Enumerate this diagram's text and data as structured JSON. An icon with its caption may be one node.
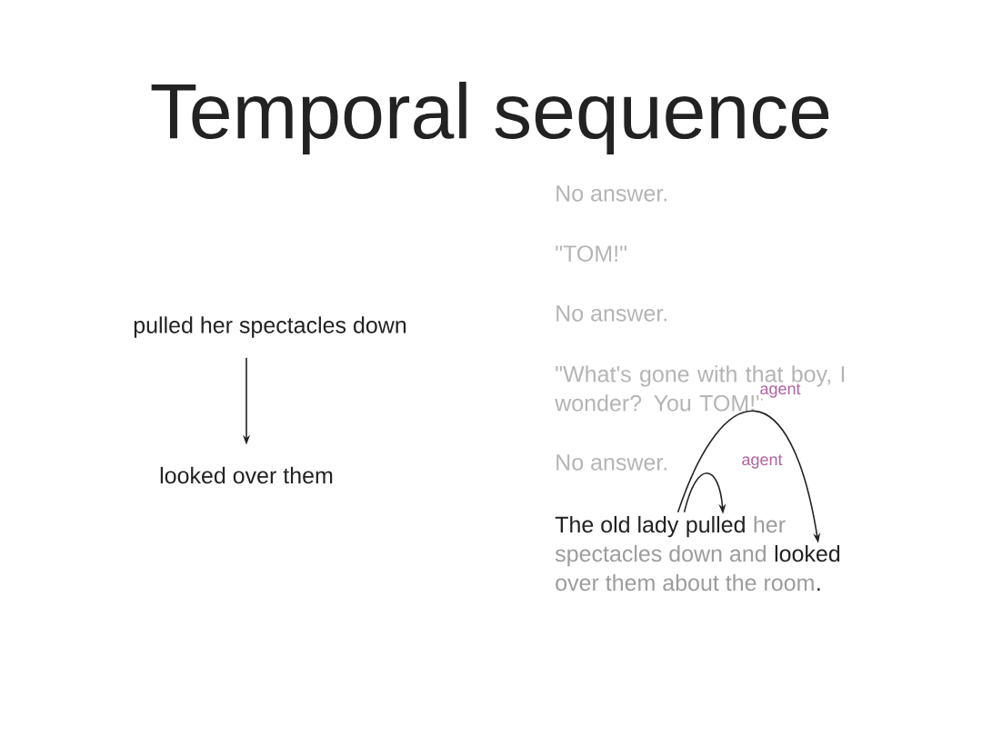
{
  "diagram": {
    "title": "Temporal sequence",
    "nodes": [
      {
        "text": [
          "pulled her spectacles down"
        ]
      },
      {
        "text": [
          "looked over them"
        ]
      },
      {
        "text": [
          "The old lady"
        ]
      },
      {
        "text": [
          "pulled"
        ]
      },
      {
        "text": [
          "looked"
        ]
      }
    ],
    "edges": [
      {
        "from": 0,
        "to": 1,
        "arrow": "to"
      },
      {
        "from": 2,
        "to": 3,
        "arrow": "to",
        "label": "agent"
      },
      {
        "from": 2,
        "to": 4,
        "arrow": "to",
        "label": "agent"
      }
    ],
    "labels": [
      "No answer.",
      "\"TOM!\"",
      "No answer.",
      "\"What's gone with that boy, I wonder? You TOM!\"",
      "No answer.",
      "her",
      "spectacles down and",
      "over them about the room",
      "."
    ]
  }
}
